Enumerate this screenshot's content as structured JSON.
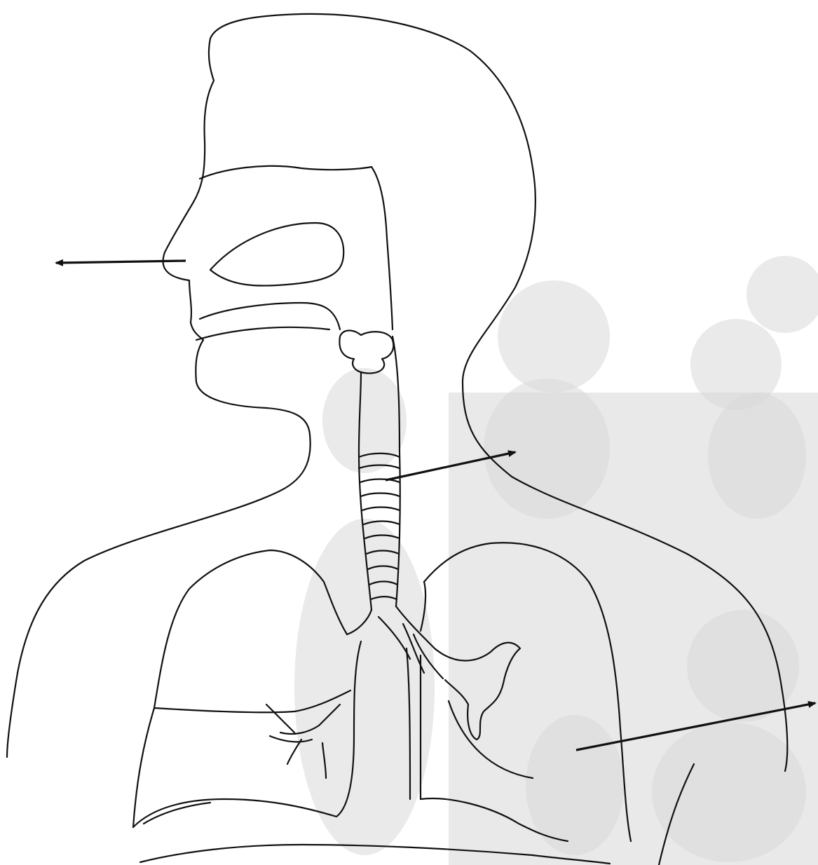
{
  "diagram": {
    "subject": "respiratory-system",
    "colors": {
      "line": "#111111",
      "background": "#ffffff",
      "watermark": "#d9d9d9"
    },
    "label_arrows": [
      {
        "id": "nose-arrow",
        "points_to": "nose"
      },
      {
        "id": "trachea-arrow",
        "points_to": "trachea"
      },
      {
        "id": "lung-arrow",
        "points_to": "lung"
      }
    ],
    "watermark": "cartoon-children-background"
  }
}
